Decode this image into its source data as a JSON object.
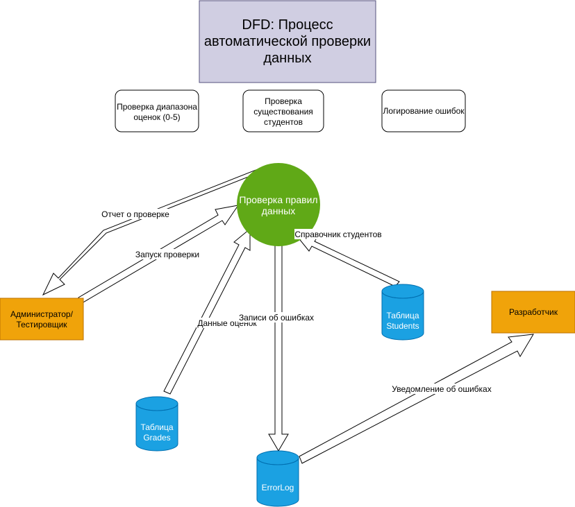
{
  "title": {
    "lines": [
      "DFD: Процесс",
      "автоматической проверки",
      "данных"
    ]
  },
  "notes": [
    {
      "lines": [
        "Проверка диапазона",
        "оценок (0-5)"
      ]
    },
    {
      "lines": [
        "Проверка",
        "существования",
        "студентов"
      ]
    },
    {
      "lines": [
        "Логирование ошибок"
      ]
    }
  ],
  "process": {
    "lines": [
      "Проверка правил",
      "данных"
    ]
  },
  "entities": {
    "admin": {
      "lines": [
        "Администратор/",
        "Тестировщик"
      ]
    },
    "developer": {
      "lines": [
        "Разработчик"
      ]
    }
  },
  "stores": {
    "grades": {
      "lines": [
        "Таблица",
        "Grades"
      ]
    },
    "students": {
      "lines": [
        "Таблица",
        "Students"
      ]
    },
    "errorlog": {
      "lines": [
        "ErrorLog"
      ]
    }
  },
  "flows": {
    "report": "Отчет о проверке",
    "start": "Запуск проверки",
    "grades_data": "Данные оценок",
    "student_ref": "Справочник студентов",
    "error_records": "Записи об ошибках",
    "error_notify": "Уведомление об ошибках"
  },
  "colors": {
    "title_fill": "#d0cee2",
    "title_stroke": "#56517e",
    "process_fill": "#60a917",
    "entity_fill": "#f0a30a",
    "entity_stroke": "#bd7000",
    "store_fill": "#1ba1e2",
    "store_stroke": "#006eaf"
  }
}
